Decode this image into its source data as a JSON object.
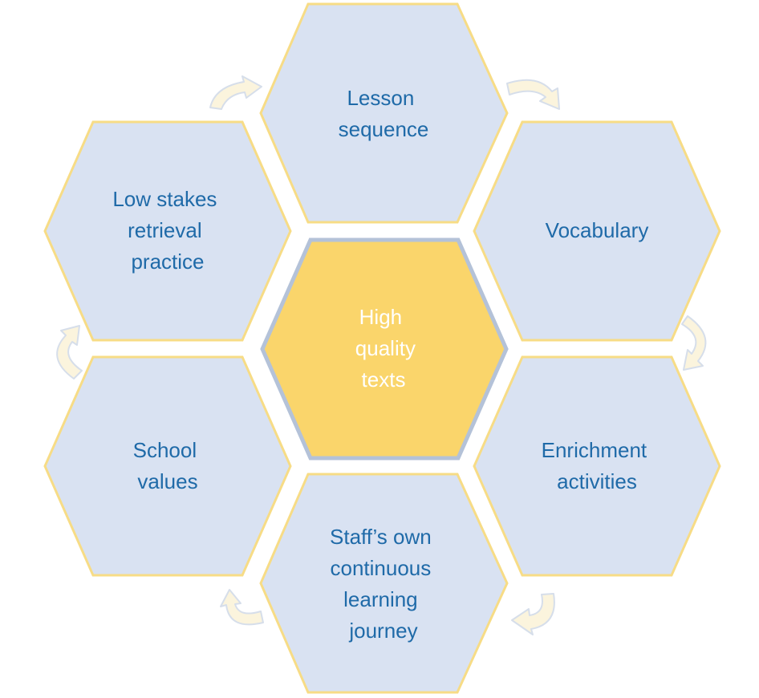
{
  "hexagons": {
    "center": {
      "lines": [
        "High",
        "quality",
        "texts"
      ]
    },
    "top": {
      "lines": [
        "Lesson",
        "sequence"
      ]
    },
    "upper_right": {
      "lines": [
        "Vocabulary"
      ]
    },
    "lower_right": {
      "lines": [
        "Enrichment",
        "activities"
      ]
    },
    "bottom": {
      "lines": [
        "Staff’s own",
        "continuous",
        "learning",
        "journey"
      ]
    },
    "lower_left": {
      "lines": [
        "School",
        "values"
      ]
    },
    "upper_left": {
      "lines": [
        "Low stakes",
        "retrieval",
        "practice"
      ]
    }
  },
  "colors": {
    "outer_fill": "#d9e2f2",
    "outer_border": "#f7dc86",
    "center_fill": "#fad56b",
    "center_border": "#b4c2d8",
    "text_blue": "#1f6aa8",
    "text_white": "#ffffff",
    "arrow_fill": "#fbf4dd"
  }
}
